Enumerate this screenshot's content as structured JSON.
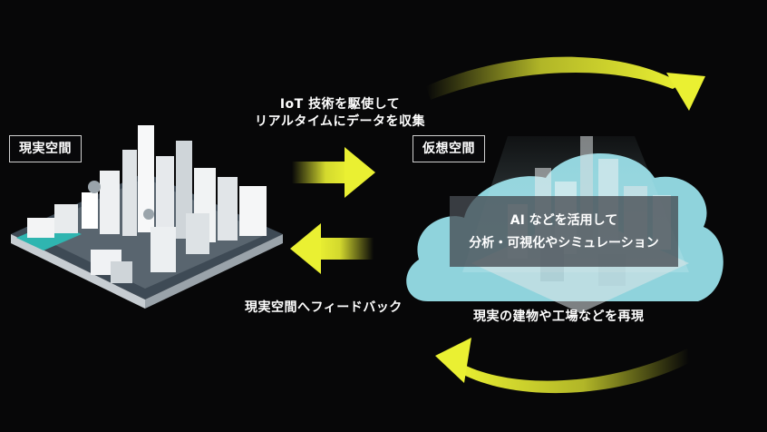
{
  "labels": {
    "real_space": "現実空間",
    "virtual_space": "仮想空間"
  },
  "captions": {
    "iot_line1": "IoT 技術を駆使して",
    "iot_line2": "リアルタイムにデータを収集",
    "feedback": "現実空間へフィードバック",
    "reproduce": "現実の建物や工場などを再現"
  },
  "ai_panel": {
    "line1": "AI などを活用して",
    "line2": "分析・可視化やシミュレーション"
  },
  "colors": {
    "background": "#070708",
    "arrow_yellow": "#eaf032",
    "cloud": "#8fd3dc",
    "panel": "#464b52"
  }
}
